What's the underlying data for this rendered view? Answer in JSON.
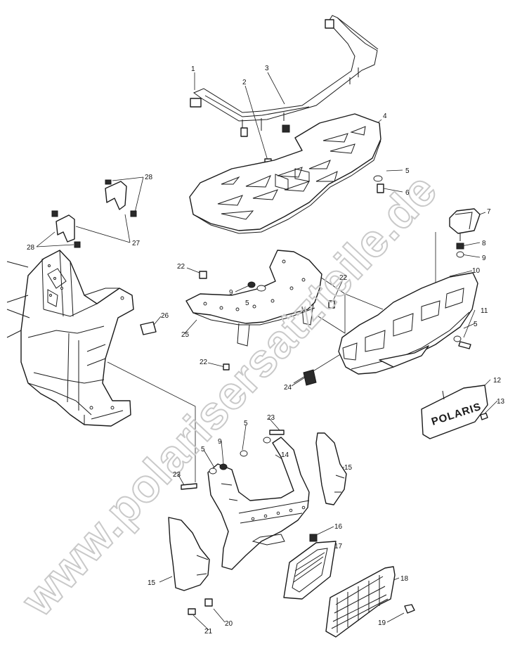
{
  "watermark": "www.polarisersatzteile.de",
  "logo": "POLARIS",
  "callouts": {
    "c1": "1",
    "c2": "2",
    "c3": "3",
    "c4": "4",
    "c5a": "5",
    "c6": "6",
    "c7": "7",
    "c8": "8",
    "c9a": "9",
    "c10": "10",
    "c22a": "22",
    "c9b": "9",
    "c5b": "5",
    "c22b": "22",
    "c28a": "28",
    "c27": "27",
    "c28b": "28",
    "c26": "26",
    "c25": "25",
    "c5c": "5",
    "c11": "11",
    "c22c": "22",
    "c24": "24",
    "c12": "12",
    "c13": "13",
    "c5d": "5",
    "c23a": "23",
    "c9c": "9",
    "c14": "14",
    "c5e": "5",
    "c15a": "15",
    "c23b": "23",
    "c16": "16",
    "c17": "17",
    "c15b": "15",
    "c18": "18",
    "c20": "20",
    "c19": "19",
    "c21": "21"
  }
}
